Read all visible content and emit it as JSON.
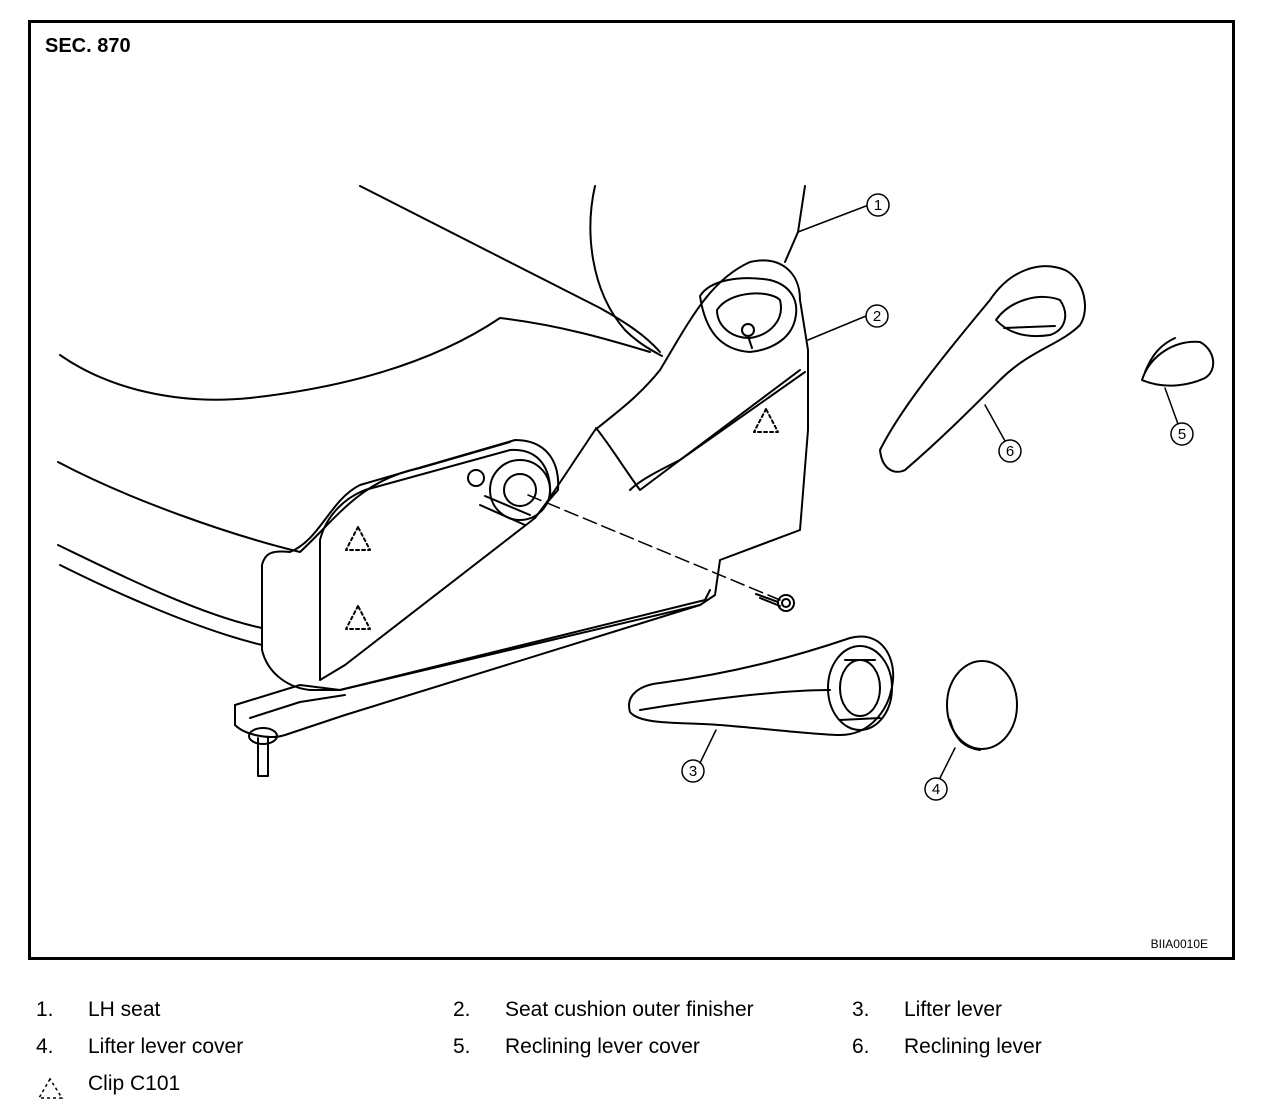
{
  "figure": {
    "section": "SEC. 870",
    "code": "BIIA0010E"
  },
  "callouts": [
    "1",
    "2",
    "3",
    "4",
    "5",
    "6"
  ],
  "legend": {
    "items": [
      {
        "num": "1.",
        "label": "LH seat"
      },
      {
        "num": "2.",
        "label": "Seat cushion outer finisher"
      },
      {
        "num": "3.",
        "label": "Lifter lever"
      },
      {
        "num": "4.",
        "label": "Lifter lever cover"
      },
      {
        "num": "5.",
        "label": "Reclining lever cover"
      },
      {
        "num": "6.",
        "label": "Reclining lever"
      }
    ],
    "clip": {
      "symbol": "clip-triangle-icon",
      "label": "Clip C101"
    }
  }
}
